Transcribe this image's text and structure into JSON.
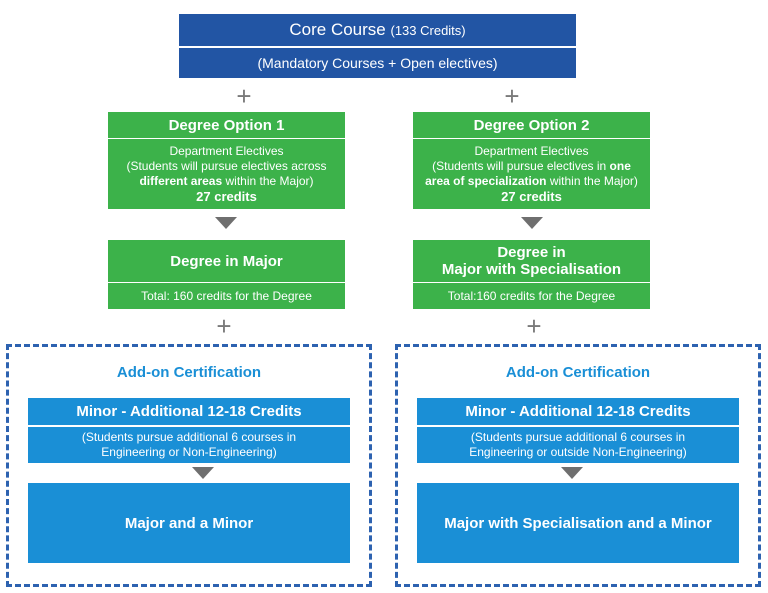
{
  "core": {
    "title": "Core Course",
    "credits": "(133 Credits)",
    "subtitle": "(Mandatory Courses + Open electives)"
  },
  "plus_symbol": "+",
  "option1": {
    "title": "Degree Option 1",
    "line1": "Department Electives",
    "line2": "(Students will pursue electives across",
    "line3_bold": "different areas",
    "line3_rest": " within the Major)",
    "credits": "27 credits"
  },
  "option2": {
    "title": "Degree Option 2",
    "line1": "Department Electives",
    "line2_pre": "(Students will pursue electives in ",
    "line2_bold": "one",
    "line3_bold": "area of specialization",
    "line3_rest": " within the Major)",
    "credits": "27 credits"
  },
  "degree1": {
    "title": "Degree in Major",
    "total": "Total: 160 credits for the Degree"
  },
  "degree2": {
    "title_line1": "Degree in",
    "title_line2": "Major with Specialisation",
    "total": "Total:160 credits for the Degree"
  },
  "addon_left": {
    "heading": "Add-on Certification",
    "minor_title": "Minor - Additional 12-18 Credits",
    "minor_line1": "(Students pursue additional 6 courses  in",
    "minor_line2": "Engineering or Non-Engineering)",
    "result": "Major and a Minor"
  },
  "addon_right": {
    "heading": "Add-on Certification",
    "minor_title": "Minor - Additional 12-18 Credits",
    "minor_line1": "(Students pursue additional 6 courses in",
    "minor_line2": "Engineering or outside Non-Engineering)",
    "result": "Major with Specialisation and a Minor"
  },
  "colors": {
    "core_blue": "#2255a4",
    "green": "#3cb24a",
    "minor_blue": "#1a8fd6",
    "dashed_border": "#2d62b0",
    "heading_blue": "#1a8fd6",
    "arrow_gray": "#6f6f6f"
  }
}
